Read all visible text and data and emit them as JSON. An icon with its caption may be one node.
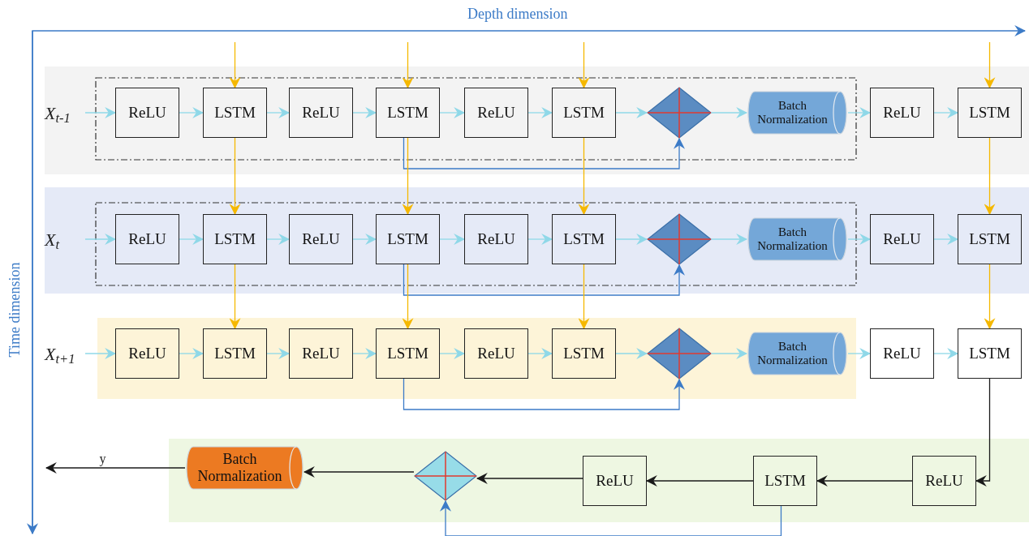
{
  "diagram": {
    "nodes": [
      {
        "text": [
          "X$_{t-1}$"
        ]
      },
      {
        "text": [
          "ReLU"
        ]
      },
      {
        "text": [
          "LSTM"
        ]
      },
      {
        "text": [
          "ReLU"
        ]
      },
      {
        "text": [
          "LSTM"
        ]
      },
      {
        "text": [
          "ReLU"
        ]
      },
      {
        "text": [
          "LSTM"
        ]
      },
      {
        "text": [],
        "shape": "diamond"
      },
      {
        "text": [
          "Batch Normalization"
        ]
      },
      {
        "text": [
          "ReLU"
        ]
      },
      {
        "text": [
          "LSTM"
        ]
      },
      {
        "text": [
          "X$_{t}$"
        ]
      },
      {
        "text": [
          "ReLU"
        ]
      },
      {
        "text": [
          "LSTM"
        ]
      },
      {
        "text": [
          "ReLU"
        ]
      },
      {
        "text": [
          "LSTM"
        ]
      },
      {
        "text": [
          "ReLU"
        ]
      },
      {
        "text": [
          "LSTM"
        ]
      },
      {
        "text": [],
        "shape": "diamond"
      },
      {
        "text": [
          "Batch Normalization"
        ]
      },
      {
        "text": [
          "ReLU"
        ]
      },
      {
        "text": [
          "LSTM"
        ]
      },
      {
        "text": [
          "X$_{t+1}$"
        ]
      },
      {
        "text": [
          "ReLU"
        ]
      },
      {
        "text": [
          "LSTM"
        ]
      },
      {
        "text": [
          "ReLU"
        ]
      },
      {
        "text": [
          "LSTM"
        ]
      },
      {
        "text": [
          "ReLU"
        ]
      },
      {
        "text": [
          "LSTM"
        ]
      },
      {
        "text": [],
        "shape": "diamond"
      },
      {
        "text": [
          "Batch Normalization"
        ]
      },
      {
        "text": [
          "ReLU"
        ]
      },
      {
        "text": [
          "LSTM"
        ]
      },
      {
        "text": [
          "Batch Normalization"
        ]
      },
      {
        "text": [],
        "shape": "diamond"
      },
      {
        "text": [
          "ReLU"
        ]
      },
      {
        "text": [
          "LSTM"
        ]
      },
      {
        "text": [
          "ReLU"
        ]
      }
    ],
    "edges": [
      {
        "from": 0,
        "to": 1,
        "arrow": "to"
      },
      {
        "from": 1,
        "to": 2,
        "arrow": "to"
      },
      {
        "from": 2,
        "to": 3,
        "arrow": "to"
      },
      {
        "from": 3,
        "to": 4,
        "arrow": "to"
      },
      {
        "from": 4,
        "to": 5,
        "arrow": "to"
      },
      {
        "from": 5,
        "to": 6,
        "arrow": "to"
      },
      {
        "from": 6,
        "to": 7,
        "arrow": "to"
      },
      {
        "from": 7,
        "to": 8,
        "arrow": "to"
      },
      {
        "from": 8,
        "to": 9,
        "arrow": "to"
      },
      {
        "from": 9,
        "to": 10,
        "arrow": "to"
      },
      {
        "from": 4,
        "to": 7,
        "arrow": "to",
        "color": "#3c7bc7"
      },
      {
        "from": 11,
        "to": 12,
        "arrow": "to"
      },
      {
        "from": 12,
        "to": 13,
        "arrow": "to"
      },
      {
        "from": 13,
        "to": 14,
        "arrow": "to"
      },
      {
        "from": 14,
        "to": 15,
        "arrow": "to"
      },
      {
        "from": 15,
        "to": 16,
        "arrow": "to"
      },
      {
        "from": 16,
        "to": 17,
        "arrow": "to"
      },
      {
        "from": 17,
        "to": 18,
        "arrow": "to"
      },
      {
        "from": 18,
        "to": 19,
        "arrow": "to"
      },
      {
        "from": 19,
        "to": 20,
        "arrow": "to"
      },
      {
        "from": 20,
        "to": 21,
        "arrow": "to"
      },
      {
        "from": 15,
        "to": 18,
        "arrow": "to",
        "color": "#3c7bc7"
      },
      {
        "from": 22,
        "to": 23,
        "arrow": "to"
      },
      {
        "from": 23,
        "to": 24,
        "arrow": "to"
      },
      {
        "from": 24,
        "to": 25,
        "arrow": "to"
      },
      {
        "from": 25,
        "to": 26,
        "arrow": "to"
      },
      {
        "from": 26,
        "to": 27,
        "arrow": "to"
      },
      {
        "from": 27,
        "to": 28,
        "arrow": "to"
      },
      {
        "from": 28,
        "to": 29,
        "arrow": "to"
      },
      {
        "from": 29,
        "to": 30,
        "arrow": "to"
      },
      {
        "from": 30,
        "to": 31,
        "arrow": "to"
      },
      {
        "from": 31,
        "to": 32,
        "arrow": "to"
      },
      {
        "from": 26,
        "to": 29,
        "arrow": "to",
        "color": "#3c7bc7"
      },
      {
        "from": null,
        "to": 2,
        "arrow": "to",
        "color": "#f5b800"
      },
      {
        "from": null,
        "to": 4,
        "arrow": "to",
        "color": "#f5b800"
      },
      {
        "from": null,
        "to": 6,
        "arrow": "to",
        "color": "#f5b800"
      },
      {
        "from": null,
        "to": 10,
        "arrow": "to",
        "color": "#f5b800"
      },
      {
        "from": 2,
        "to": 13,
        "arrow": "to",
        "color": "#f5b800"
      },
      {
        "from": 4,
        "to": 15,
        "arrow": "to",
        "color": "#f5b800"
      },
      {
        "from": 6,
        "to": 17,
        "arrow": "to",
        "color": "#f5b800"
      },
      {
        "from": 10,
        "to": 21,
        "arrow": "to",
        "color": "#f5b800"
      },
      {
        "from": 13,
        "to": 24,
        "arrow": "to",
        "color": "#f5b800"
      },
      {
        "from": 15,
        "to": 26,
        "arrow": "to",
        "color": "#f5b800"
      },
      {
        "from": 17,
        "to": 28,
        "arrow": "to",
        "color": "#f5b800"
      },
      {
        "from": 21,
        "to": 32,
        "arrow": "to",
        "color": "#f5b800"
      },
      {
        "from": 32,
        "to": 37,
        "arrow": "to",
        "color": "#1a1a1a"
      },
      {
        "from": 37,
        "to": 36,
        "arrow": "to",
        "color": "#1a1a1a"
      },
      {
        "from": 36,
        "to": 35,
        "arrow": "to",
        "color": "#1a1a1a"
      },
      {
        "from": 35,
        "to": 34,
        "arrow": "to",
        "color": "#1a1a1a"
      },
      {
        "from": 34,
        "to": 33,
        "arrow": "to",
        "color": "#1a1a1a"
      },
      {
        "from": 36,
        "to": 34,
        "arrow": "to",
        "color": "#3c7bc7"
      },
      {
        "from": 33,
        "to": null,
        "arrow": "to",
        "label": "y",
        "color": "#1a1a1a"
      }
    ],
    "labels": [
      "Depth dimension",
      "Time dimension"
    ]
  }
}
